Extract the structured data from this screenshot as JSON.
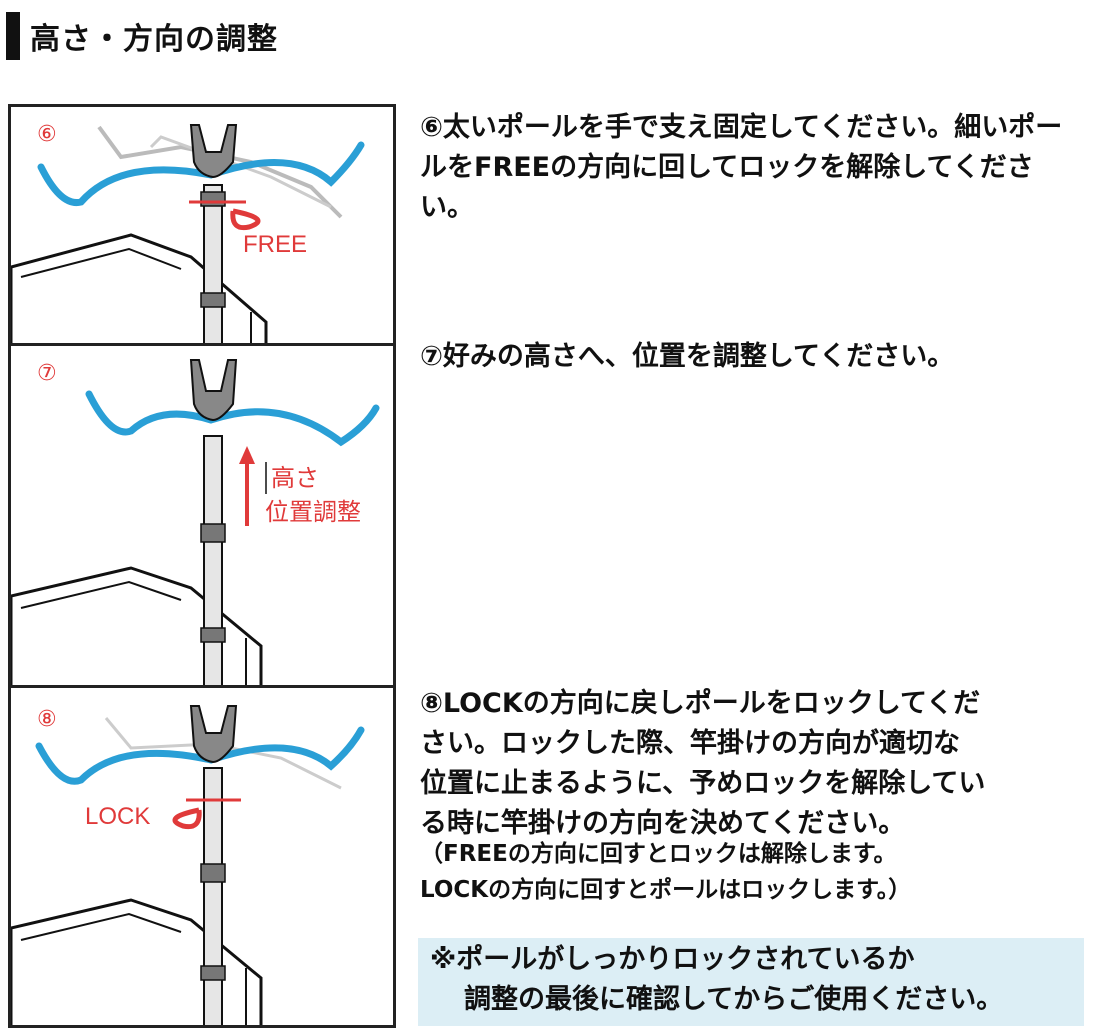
{
  "header": {
    "title": "高さ・方向の調整"
  },
  "steps": [
    {
      "panel_label": "⑥",
      "arrow_label": "FREE",
      "text": "⑥太いポールを手で支え固定してください。細いポールをFREEの方向に回してロックを解除してください。"
    },
    {
      "panel_label": "⑦",
      "arrow_label_1": "高さ",
      "arrow_label_2": "位置調整",
      "text": "⑦好みの高さへ、位置を調整してください。"
    },
    {
      "panel_label": "⑧",
      "arrow_label": "LOCK",
      "text_lines": [
        "⑧LOCKの方向に戻しポールをロックしてくだ",
        "さい。ロックした際、竿掛けの方向が適切な",
        "位置に止まるように、予めロックを解除してい",
        "る時に竿掛けの方向を決めてください。"
      ],
      "note_lines": [
        "（FREEの方向に回すとロックは解除します。",
        "LOCKの方向に回すとポールはロックします。）"
      ]
    }
  ],
  "notice": {
    "line1": "※ポールがしっかりロックされているか",
    "line2": "調整の最後に確認してからご使用ください。"
  },
  "colors": {
    "accent_red": "#e03a3a",
    "rod_blue": "#2a9fd6",
    "notice_bg": "#dceef5"
  }
}
